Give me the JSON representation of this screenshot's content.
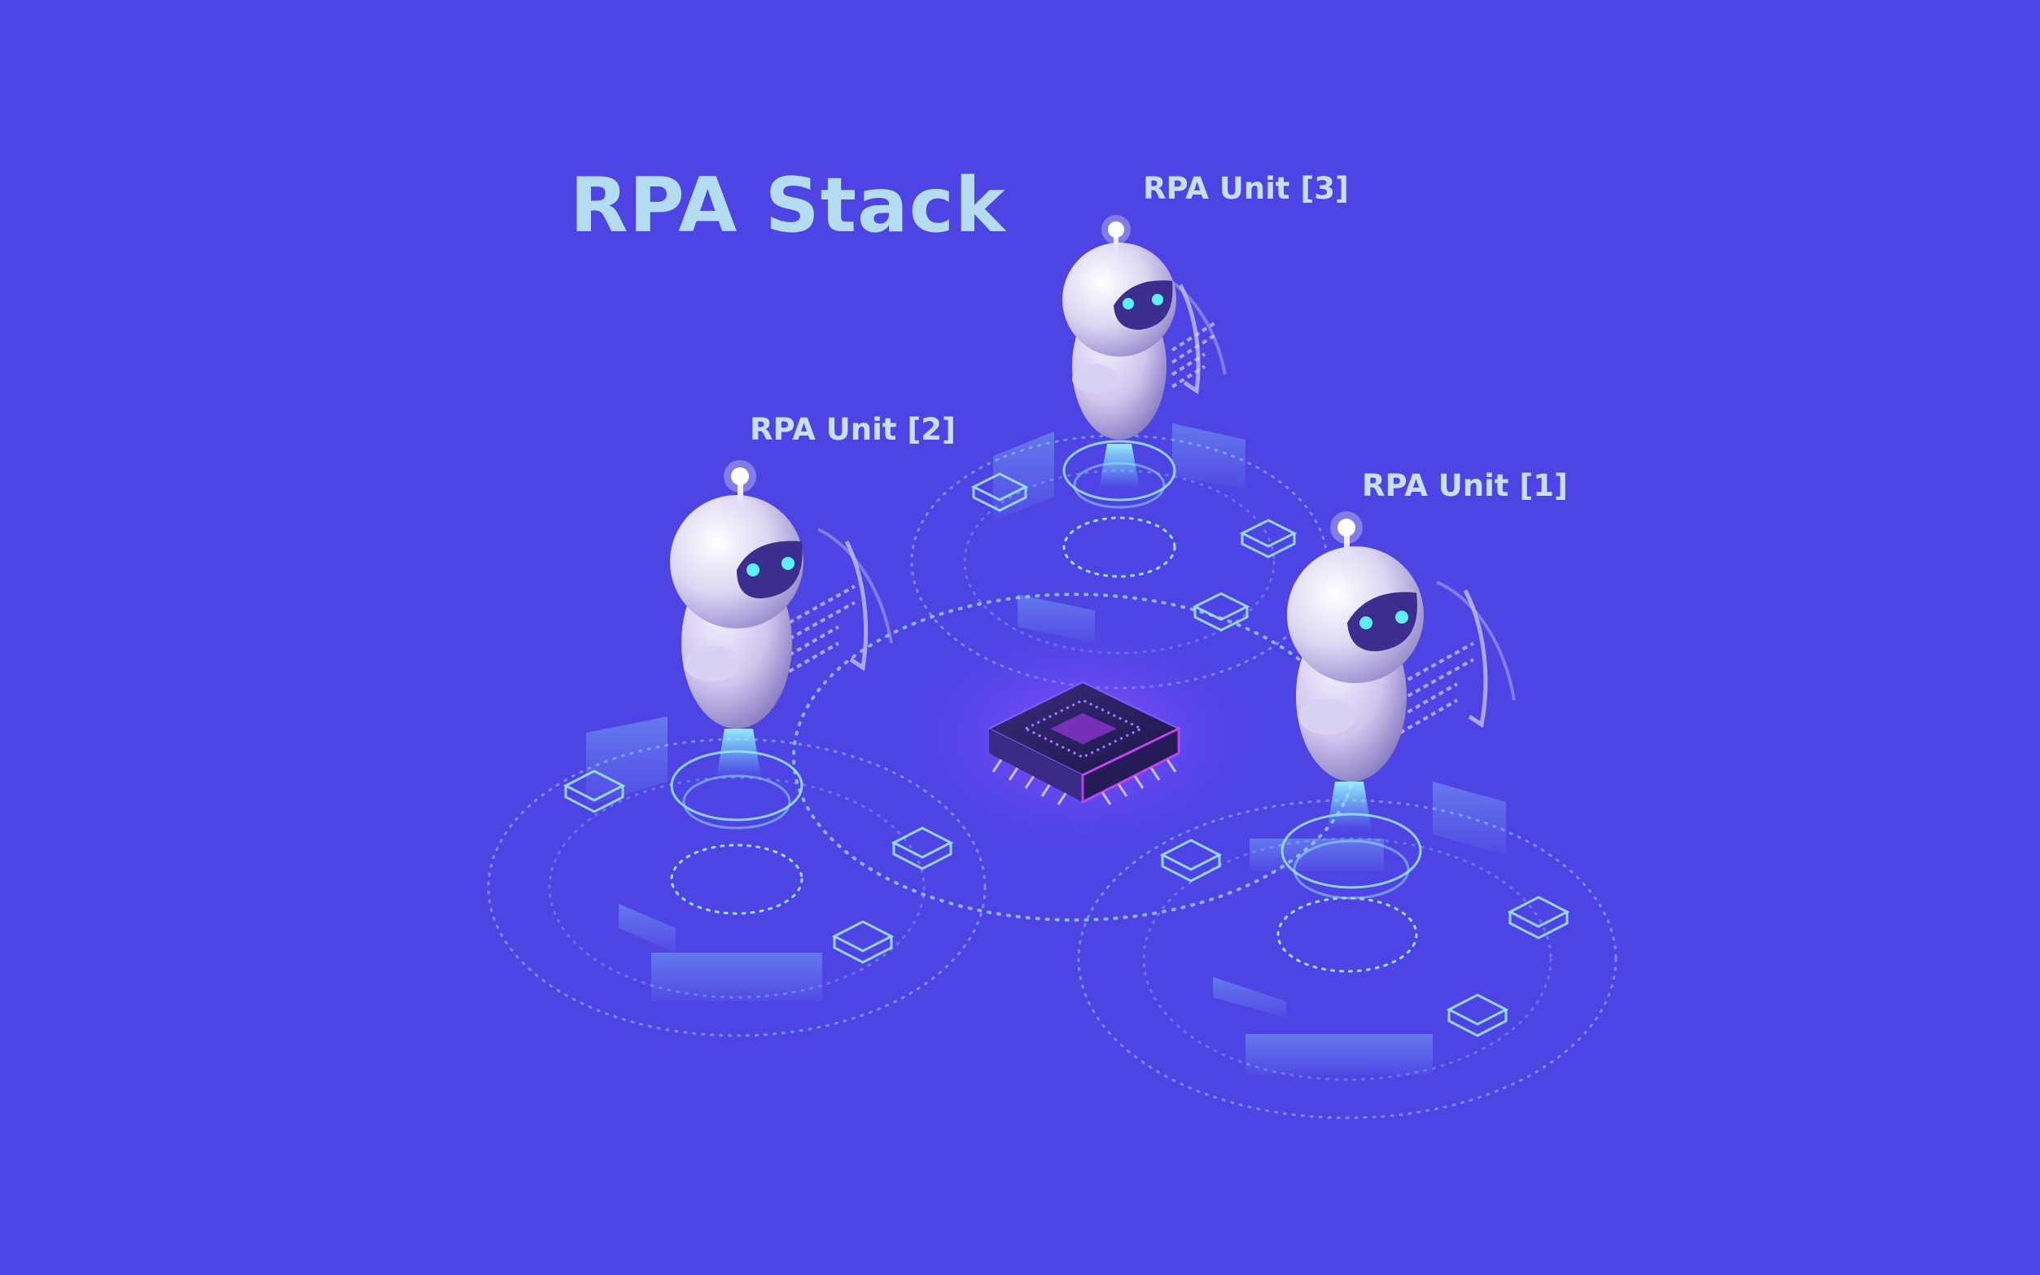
{
  "title": "RPA Stack",
  "units": [
    {
      "label": "RPA Unit [3]"
    },
    {
      "label": "RPA Unit [2]"
    },
    {
      "label": "RPA Unit [1]"
    }
  ],
  "colors": {
    "background": "#4e44e3",
    "title": "#b4ddf4",
    "label": "#c7def5",
    "glow": "#6fe7ff",
    "robot_body": "#e9e4f7",
    "visor": "#3b2e8f",
    "chip": "#2a1f5a",
    "chip_glow": "#c33cff"
  },
  "icons": [
    "robot-icon",
    "processor-chip-icon",
    "tile-icon"
  ]
}
